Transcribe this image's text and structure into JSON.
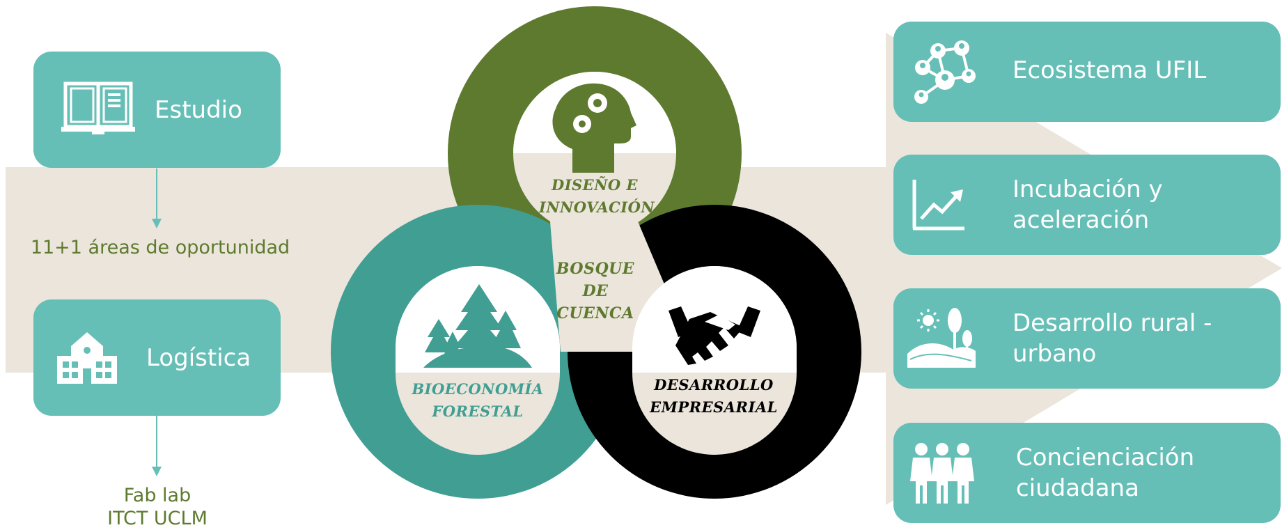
{
  "colors": {
    "teal_box": "#66bfb6",
    "beige_band": "#ebe5db",
    "olive": "#5d7a2e",
    "teal_dark": "#409e93",
    "black": "#000000",
    "note_green": "#5e7a2e"
  },
  "left": {
    "box1": {
      "label": "Estudio",
      "icon": "book-icon"
    },
    "note1": "11+1 áreas de oportunidad",
    "box2": {
      "label": "Logística",
      "icon": "school-building-icon"
    },
    "note2_line1": "Fab lab",
    "note2_line2": "ITCT UCLM"
  },
  "center": {
    "center_line1": "BOSQUE",
    "center_line2": "DE",
    "center_line3": "CUENCA",
    "top_line1": "DISEÑO E",
    "top_line2": "INNOVACIÓN",
    "left_line1": "BIOECONOMÍA",
    "left_line2": "FORESTAL",
    "right_line1": "DESARROLLO",
    "right_line2": "EMPRESARIAL",
    "icons": [
      "brain-gears-icon",
      "forest-trees-icon",
      "handshake-icon"
    ]
  },
  "right": [
    {
      "line1": "Ecosistema UFIL",
      "line2": "",
      "icon": "network-people-icon"
    },
    {
      "line1": "Incubación y",
      "line2": "aceleración",
      "icon": "growth-chart-icon"
    },
    {
      "line1": "Desarrollo rural -",
      "line2": "urbano",
      "icon": "rural-landscape-icon"
    },
    {
      "line1": "Concienciación",
      "line2": "ciudadana",
      "icon": "citizens-group-icon"
    }
  ]
}
